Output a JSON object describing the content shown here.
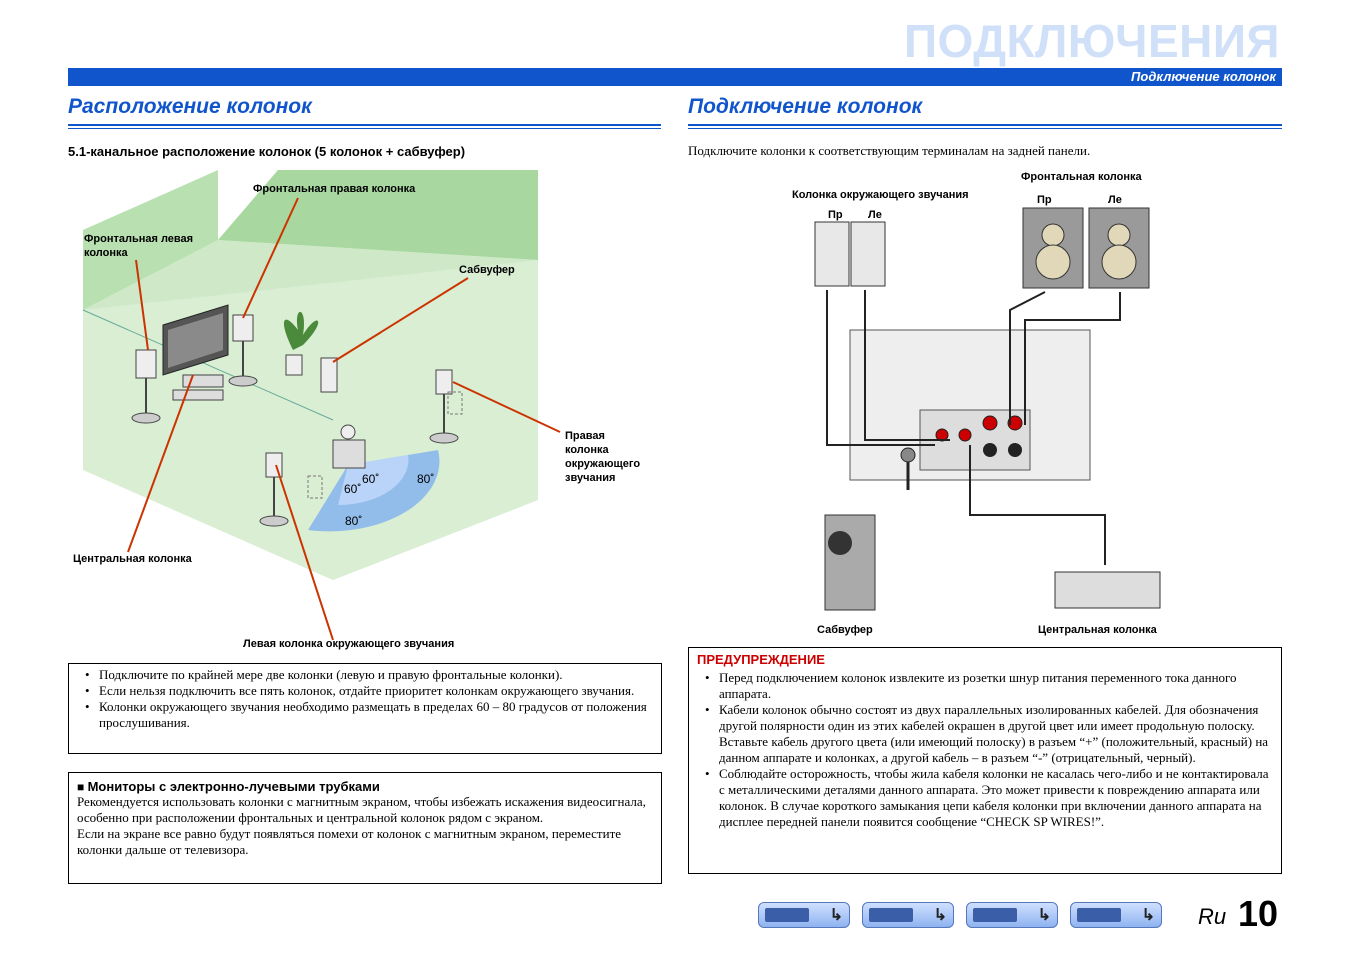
{
  "header": {
    "title": "ПОДКЛЮЧЕНИЯ",
    "subtitle": "Подключение колонок"
  },
  "left": {
    "heading": "Расположение колонок",
    "subheading": "5.1-канальное расположение колонок (5 колонок + сабвуфер)",
    "labels": {
      "front_right": "Фронтальная правая колонка",
      "front_left_1": "Фронтальная левая",
      "front_left_2": "колонка",
      "subwoofer": "Сабвуфер",
      "surround_right_1": "Правая",
      "surround_right_2": "колонка",
      "surround_right_3": "окружающего",
      "surround_right_4": "звучания",
      "center": "Центральная колонка",
      "surround_left": "Левая колонка окружающего звучания",
      "angle_60a": "60˚",
      "angle_60b": "60˚",
      "angle_80a": "80˚",
      "angle_80b": "80˚"
    },
    "notes": [
      "Подключите по крайней мере две колонки (левую и правую фронтальные колонки).",
      "Если нельзя подключить все пять колонок, отдайте приоритет колонкам окружающего звучания.",
      "Колонки окружающего звучания необходимо размещать в пределах 60 – 80 градусов от положения прослушивания."
    ],
    "crt": {
      "title": "Мониторы с электронно-лучевыми трубками",
      "line1": "Рекомендуется использовать колонки с магнитным экраном, чтобы избежать искажения видеосигнала, особенно при расположении фронтальных и центральной колонок рядом с экраном.",
      "line2": "Если на экране все равно будут появляться помехи от колонок с магнитным экраном, переместите колонки дальше от телевизора."
    }
  },
  "right": {
    "heading": "Подключение колонок",
    "intro": "Подключите колонки к соответствующим терминалам на задней панели.",
    "labels": {
      "surround": "Колонка окружающего звучания",
      "front": "Фронтальная колонка",
      "pr1": "Пр",
      "le1": "Ле",
      "pr2": "Пр",
      "le2": "Ле",
      "subwoofer": "Сабвуфер",
      "center": "Центральная колонка"
    },
    "warning": {
      "title": "ПРЕДУПРЕЖДЕНИЕ",
      "items": [
        "Перед подключением колонок извлеките из розетки шнур питания переменного тока данного аппарата.",
        "Кабели колонок обычно состоят из двух параллельных изолированных кабелей. Для обозначения другой полярности один из этих кабелей окрашен в другой цвет или имеет продольную полоску. Вставьте кабель другого цвета (или имеющий полоску) в разъем “+” (положительный, красный) на данном аппарате и колонках, а другой кабель – в разъем “-” (отрицательный, черный).",
        "Соблюдайте осторожность, чтобы жила кабеля колонки не касалась чего-либо и не контактировала с металлическими деталями данного аппарата. Это может привести к повреждению аппарата или колонок. В случае короткого замыкания цепи кабеля колонки при включении данного аппарата на дисплее передней панели появится сообщение “CHECK SP WIRES!”."
      ]
    }
  },
  "footer": {
    "lang": "Ru",
    "page": "10",
    "nav": [
      "front-panel-icon",
      "remote-keys-icon",
      "display-icon",
      "remote-control-icon"
    ]
  },
  "colors": {
    "accent": "#1155cc",
    "title_light": "#cfe0f8",
    "warning": "#cc0000",
    "lead": "#cc3300",
    "room": "#a8d8a0",
    "arc": "#7fb0f0"
  }
}
